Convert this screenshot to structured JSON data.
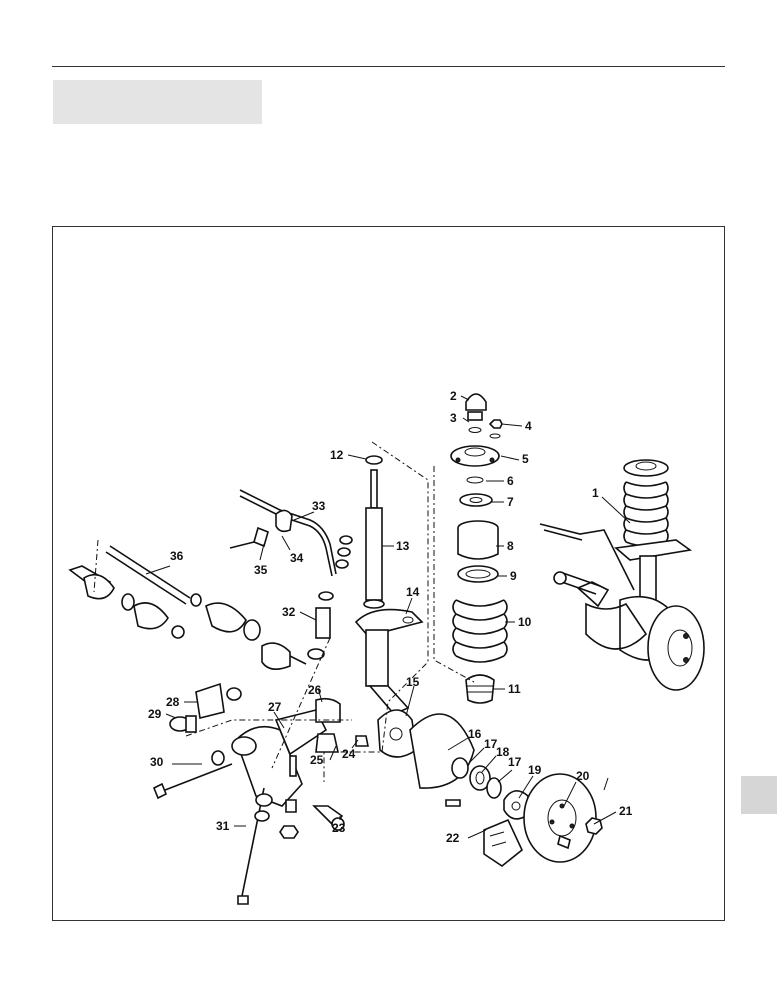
{
  "callouts": [
    {
      "id": "c1",
      "text": "1"
    },
    {
      "id": "c2",
      "text": "2"
    },
    {
      "id": "c3",
      "text": "3"
    },
    {
      "id": "c4",
      "text": "4"
    },
    {
      "id": "c5",
      "text": "5"
    },
    {
      "id": "c6",
      "text": "6"
    },
    {
      "id": "c7",
      "text": "7"
    },
    {
      "id": "c8",
      "text": "8"
    },
    {
      "id": "c9",
      "text": "9"
    },
    {
      "id": "c10",
      "text": "10"
    },
    {
      "id": "c11",
      "text": "11"
    },
    {
      "id": "c12",
      "text": "12"
    },
    {
      "id": "c13",
      "text": "13"
    },
    {
      "id": "c14",
      "text": "14"
    },
    {
      "id": "c15",
      "text": "15"
    },
    {
      "id": "c16",
      "text": "16"
    },
    {
      "id": "c17a",
      "text": "17"
    },
    {
      "id": "c17b",
      "text": "17"
    },
    {
      "id": "c18",
      "text": "18"
    },
    {
      "id": "c19",
      "text": "19"
    },
    {
      "id": "c20",
      "text": "20"
    },
    {
      "id": "c21",
      "text": "21"
    },
    {
      "id": "c22",
      "text": "22"
    },
    {
      "id": "c23",
      "text": "23"
    },
    {
      "id": "c24",
      "text": "24"
    },
    {
      "id": "c25",
      "text": "25"
    },
    {
      "id": "c26",
      "text": "26"
    },
    {
      "id": "c27",
      "text": "27"
    },
    {
      "id": "c28",
      "text": "28"
    },
    {
      "id": "c29",
      "text": "29"
    },
    {
      "id": "c30",
      "text": "30"
    },
    {
      "id": "c31",
      "text": "31"
    },
    {
      "id": "c32",
      "text": "32"
    },
    {
      "id": "c33",
      "text": "33"
    },
    {
      "id": "c34",
      "text": "34"
    },
    {
      "id": "c35",
      "text": "35"
    },
    {
      "id": "c36",
      "text": "36"
    }
  ],
  "colors": {
    "line": "#111111",
    "header_box": "#e4e4e4",
    "side_tab": "#d6d6d6",
    "rule": "#333333"
  }
}
